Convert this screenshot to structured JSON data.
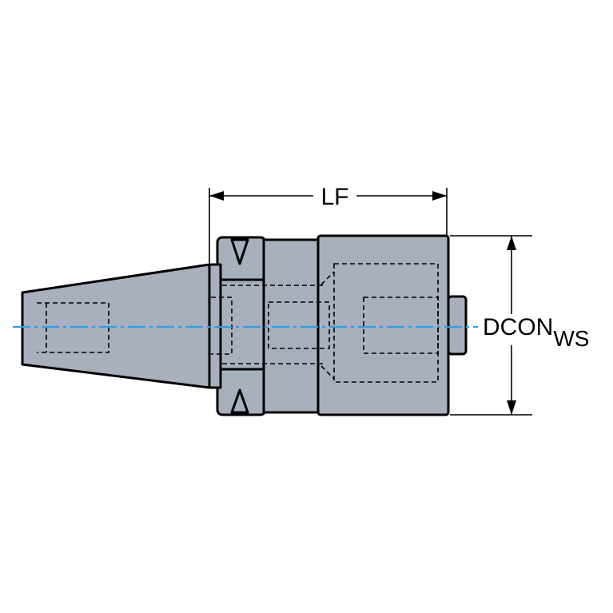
{
  "colors": {
    "body_fill": "#a8b0bd",
    "outline": "#000000",
    "centerline": "#2e9ee6",
    "background": "#ffffff"
  },
  "dimensions": {
    "length_label": "LF",
    "diameter_label": "DCON",
    "diameter_subscript": "WS"
  }
}
